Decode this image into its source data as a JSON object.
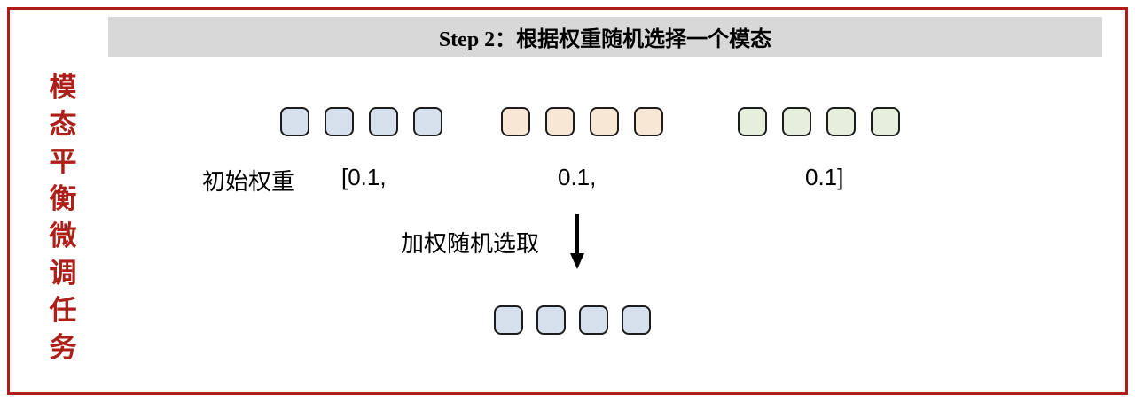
{
  "figure": {
    "frame_color": "#b01c17",
    "background": "#ffffff"
  },
  "task_label": {
    "text": "模态平衡微调任务",
    "characters": [
      "模",
      "态",
      "平",
      "衡",
      "微",
      "调",
      "任",
      "务"
    ],
    "color": "#ad2019"
  },
  "header": {
    "step": "Step 2：",
    "title_cn": "根据权重随机选择一个模态",
    "full_title": "Step 2：根据权重随机选择一个模态",
    "background": "#d8d8d8"
  },
  "modality_rows": [
    {
      "name": "blue-modality",
      "color": "#d6e0ed",
      "border": "#1c1c1c",
      "count": 4
    },
    {
      "name": "orange-modality",
      "color": "#f9e7d6",
      "border": "#1c1c1c",
      "count": 4
    },
    {
      "name": "green-modality",
      "color": "#e5efdc",
      "border": "#1c1c1c",
      "count": 4
    }
  ],
  "weights": {
    "label": "初始权重",
    "open": "[0.1,",
    "middle": "0.1,",
    "close": "0.1]",
    "values": [
      0.1,
      0.1,
      0.1
    ]
  },
  "sampling": {
    "label": "加权随机选取",
    "arrow_icon": "down-arrow-icon",
    "arrow_color": "#000000"
  },
  "selected_row": {
    "name": "selected-modality",
    "color": "#d6e0ed",
    "border": "#1c1c1c",
    "count": 4
  }
}
